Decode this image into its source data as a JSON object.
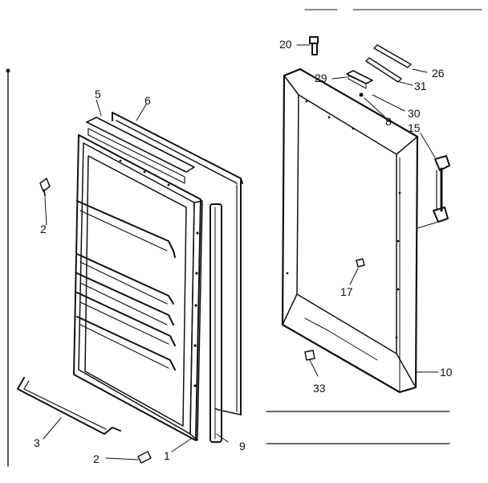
{
  "callouts": {
    "c1": "1",
    "c2a": "2",
    "c2b": "2",
    "c3": "3",
    "c5": "5",
    "c6": "6",
    "c8": "8",
    "c9": "9",
    "c10": "10",
    "c15": "15",
    "c17": "17",
    "c20": "20",
    "c26": "26",
    "c29": "29",
    "c30": "30",
    "c31": "31",
    "c33": "33"
  },
  "colors": {
    "ink": "#111111",
    "paper": "#ffffff"
  }
}
